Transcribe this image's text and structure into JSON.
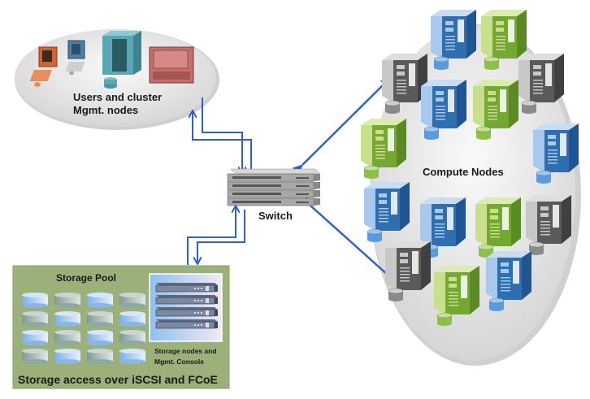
{
  "diagram": {
    "users_group": {
      "label_line1": "Users and cluster",
      "label_line2": "Mgmt. nodes",
      "devices": [
        "desktop-orange",
        "desktop-blue",
        "tower-server-teal",
        "laptop-pink"
      ]
    },
    "switch": {
      "label": "Switch"
    },
    "storage": {
      "pool_label": "Storage Pool",
      "nodes_label_line1": "Storage nodes and",
      "nodes_label_line2": "Mgmt. Console",
      "footer_label": "Storage access over iSCSI and FCoE",
      "disk_colors": [
        [
          "blue",
          "gray",
          "blue",
          "gray"
        ],
        [
          "gray",
          "blue",
          "gray",
          "blue"
        ],
        [
          "blue",
          "gray",
          "blue",
          "gray"
        ],
        [
          "gray",
          "blue",
          "gray",
          "blue"
        ]
      ],
      "rack_units": 4
    },
    "compute": {
      "label": "Compute Nodes",
      "nodes": [
        {
          "color": "blue"
        },
        {
          "color": "green"
        },
        {
          "color": "gray"
        },
        {
          "color": "blue"
        },
        {
          "color": "green"
        },
        {
          "color": "gray"
        },
        {
          "color": "green"
        },
        {
          "color": "blue"
        },
        {
          "color": "blue"
        },
        {
          "color": "blue"
        },
        {
          "color": "green"
        },
        {
          "color": "gray"
        },
        {
          "color": "gray"
        },
        {
          "color": "green"
        },
        {
          "color": "blue"
        }
      ]
    },
    "connections": [
      {
        "from": "users_group",
        "to": "switch",
        "type": "bidirectional-pair"
      },
      {
        "from": "storage",
        "to": "switch",
        "type": "bidirectional-pair"
      },
      {
        "from": "switch",
        "to": "compute",
        "type": "bidirectional"
      },
      {
        "from": "switch",
        "to": "compute",
        "type": "bidirectional"
      }
    ],
    "colors": {
      "arrow": "#2f5fd0",
      "storage_bg": "#9cb07a",
      "ellipse": "#e6e6e6",
      "blue_node": "#3a78b8",
      "green_node": "#7fae3c",
      "gray_node": "#6a6a6a"
    }
  }
}
